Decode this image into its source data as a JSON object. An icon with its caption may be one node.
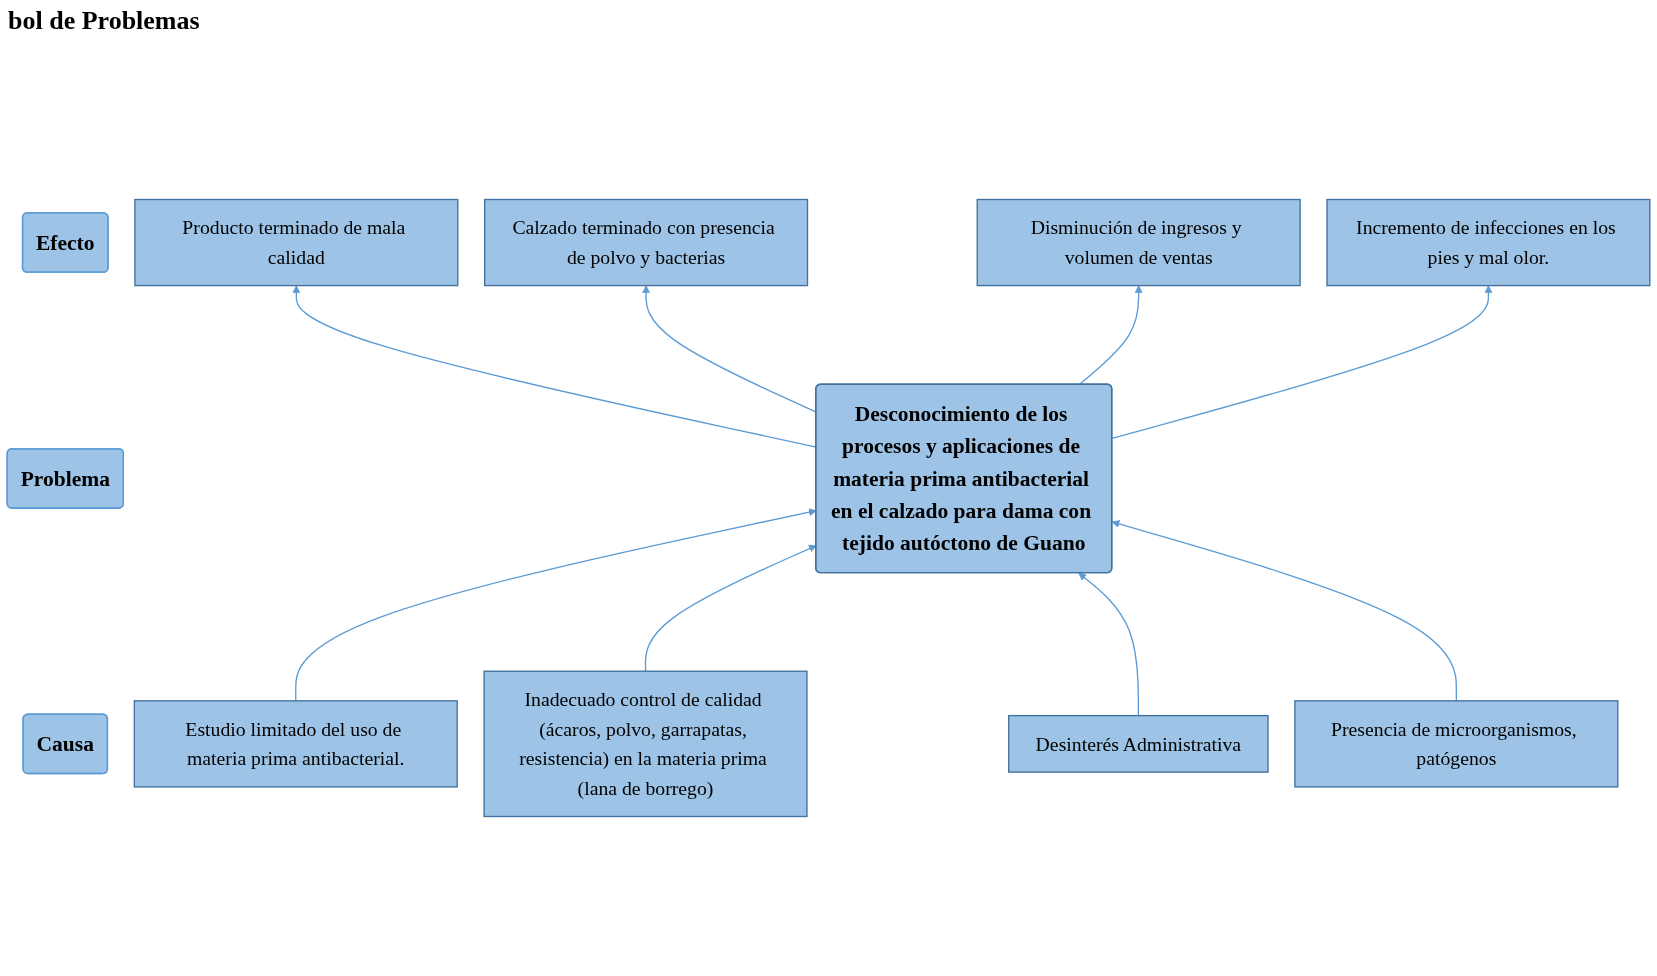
{
  "diagram": {
    "title": "bol de Problemas",
    "nodes": [
      {
        "text": [
          "Efecto"
        ]
      },
      {
        "text": [
          "Problema"
        ]
      },
      {
        "text": [
          "Causa"
        ]
      },
      {
        "text": [
          "Producto terminado de mala calidad"
        ]
      },
      {
        "text": [
          "Calzado terminado con presencia de polvo y bacterias"
        ]
      },
      {
        "text": [
          "Disminución de ingresos y volumen de ventas"
        ]
      },
      {
        "text": [
          "Incremento de infecciones en los pies y mal olor."
        ]
      },
      {
        "text": [
          "Desconocimiento de los procesos y aplicaciones de materia prima antibacterial en el calzado para dama con tejido autóctono de Guano"
        ]
      },
      {
        "text": [
          "Estudio limitado del uso de materia prima antibacterial."
        ]
      },
      {
        "text": [
          "Inadecuado control de calidad (ácaros, polvo, garrapatas, resistencia) en la materia prima (lana de borrego)"
        ]
      },
      {
        "text": [
          "Desinterés Administrativa"
        ]
      },
      {
        "text": [
          "Presencia de microorganismos, patógenos"
        ]
      }
    ],
    "edges": [
      {
        "from": 7,
        "to": 3,
        "arrow": "to"
      },
      {
        "from": 7,
        "to": 4,
        "arrow": "to"
      },
      {
        "from": 7,
        "to": 5,
        "arrow": "to"
      },
      {
        "from": 7,
        "to": 6,
        "arrow": "to"
      },
      {
        "from": 8,
        "to": 7,
        "arrow": "to"
      },
      {
        "from": 9,
        "to": 7,
        "arrow": "to"
      },
      {
        "from": 10,
        "to": 7,
        "arrow": "to"
      },
      {
        "from": 11,
        "to": 7,
        "arrow": "to"
      }
    ]
  }
}
